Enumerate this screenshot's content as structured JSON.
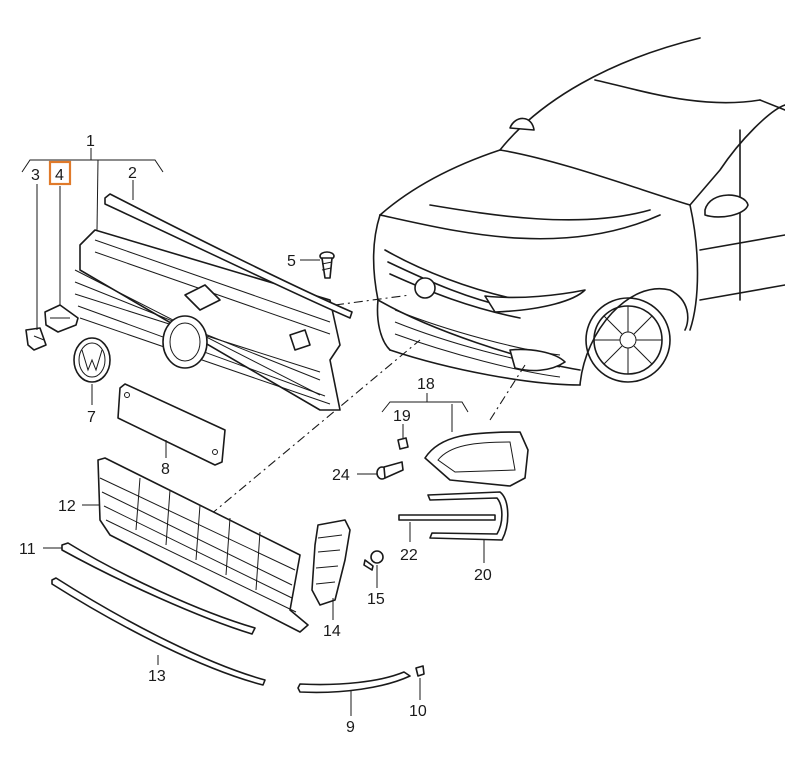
{
  "diagram": {
    "labels": {
      "p1": "1",
      "p2": "2",
      "p3": "3",
      "p4": "4",
      "p5": "5",
      "p7": "7",
      "p8": "8",
      "p9": "9",
      "p10": "10",
      "p11": "11",
      "p12": "12",
      "p13": "13",
      "p14": "14",
      "p15": "15",
      "p18": "18",
      "p19": "19",
      "p20": "20",
      "p22": "22",
      "p24": "24"
    },
    "highlight": {
      "part": "4",
      "color": "#e07a2a"
    }
  }
}
